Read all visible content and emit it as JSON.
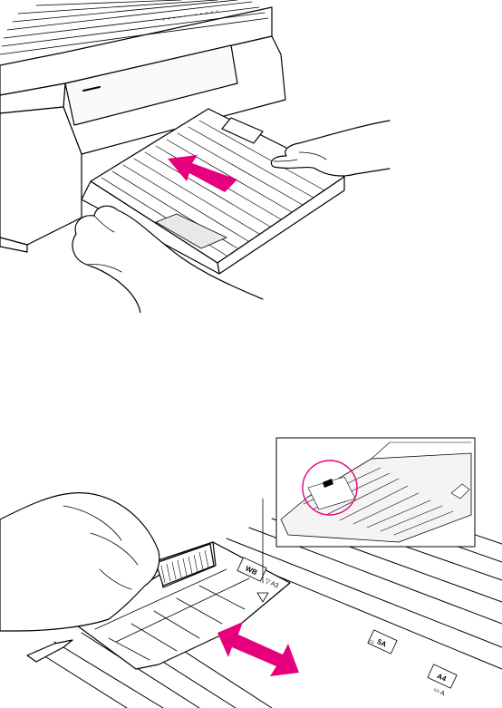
{
  "bottom_figure": {
    "guide_labels": [
      {
        "text": "WB",
        "sub": "▽ A3"
      },
      {
        "text": "5A",
        "sub": "▭"
      },
      {
        "text": "A4",
        "sub": "▭ A"
      }
    ]
  },
  "colors": {
    "arrow": "#e6007e",
    "line": "#000000",
    "tray_fill": "#e8e8e8",
    "panel_fill": "#f4f4f4"
  }
}
